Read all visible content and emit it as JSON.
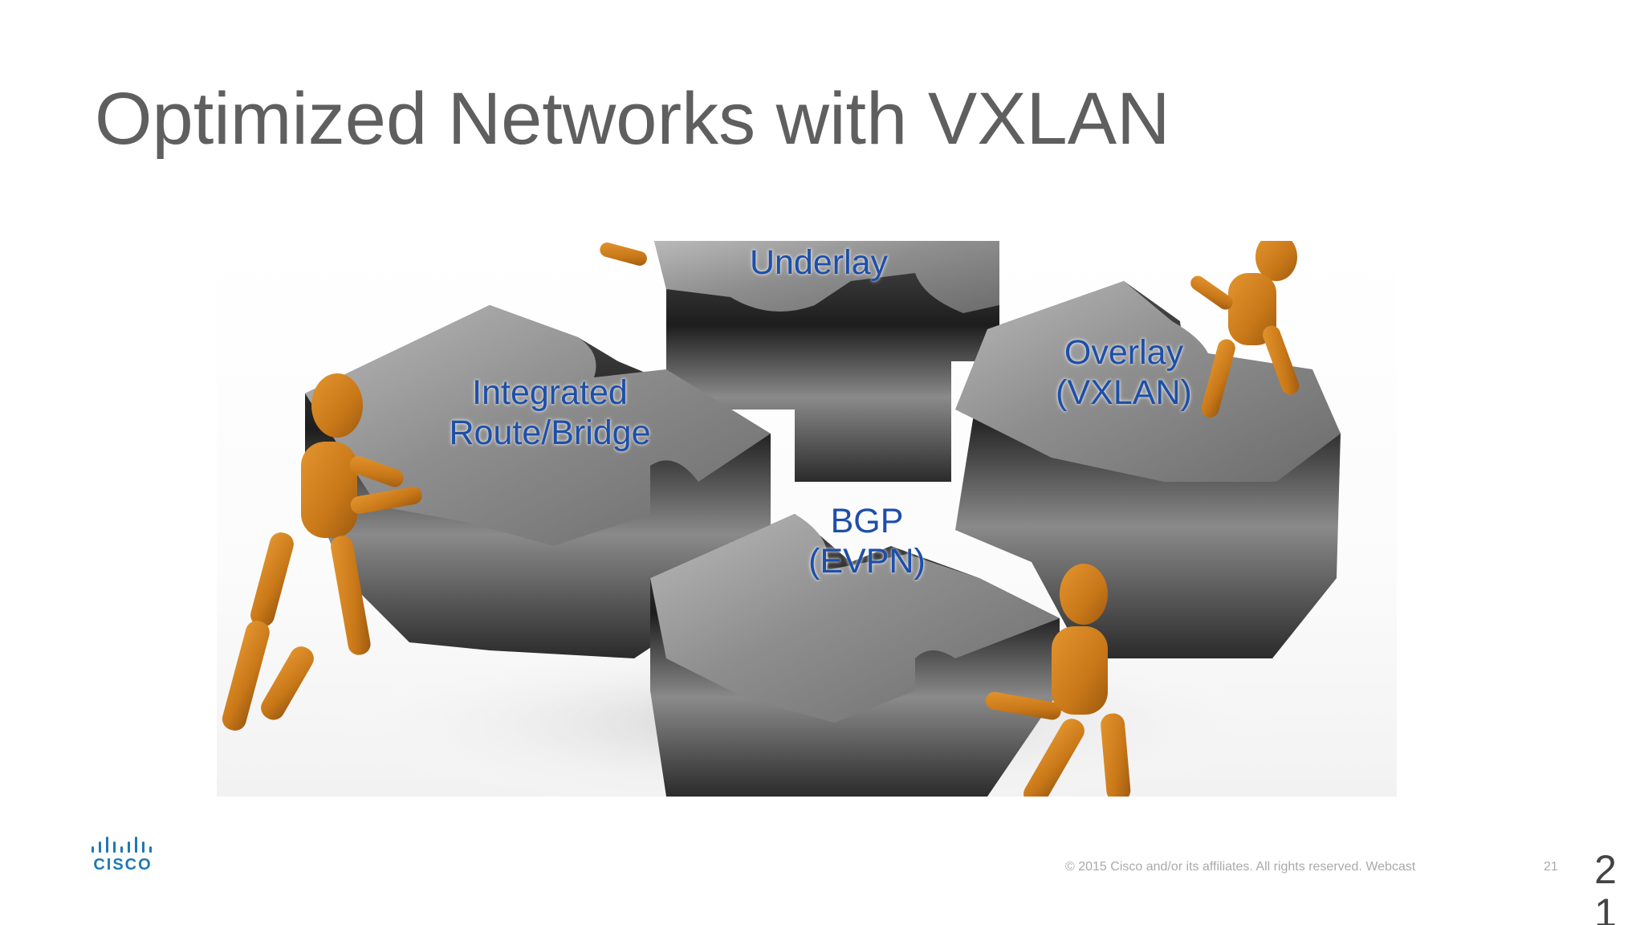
{
  "slide": {
    "title": "Optimized Networks with VXLAN",
    "pieces": {
      "underlay": "Underlay",
      "integrated": "Integrated\nRoute/Bridge",
      "overlay": "Overlay\n(VXLAN)",
      "bgp": "BGP\n(EVPN)"
    }
  },
  "footer": {
    "logo_text": "CISCO",
    "copyright": "© 2015  Cisco and/or its affiliates. All rights reserved.  Webcast",
    "page_number_small": "21",
    "page_number_large": "21"
  },
  "colors": {
    "title": "#5f5f5f",
    "piece_label": "#1d4fa8",
    "logo": "#1f78b4",
    "footer_text": "#aaaaaa"
  },
  "icons": {
    "logo": "cisco-logo-icon",
    "puzzle": "metal-puzzle-pieces-image",
    "figures": "wooden-mannequin-figures"
  }
}
